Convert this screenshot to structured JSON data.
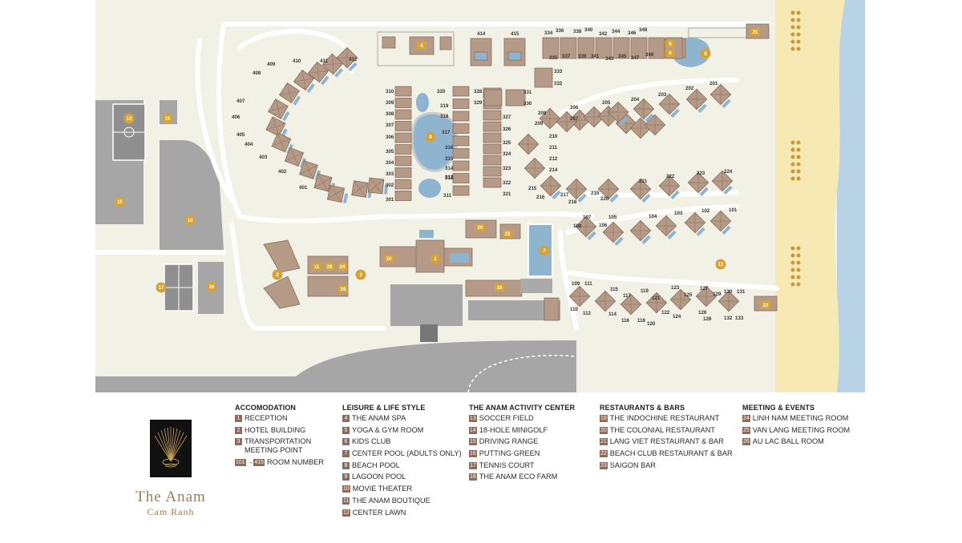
{
  "brand": {
    "name": "The Anam",
    "subtitle": "Cam Ranh"
  },
  "colors": {
    "ground": "#f2f1e6",
    "road": "#a6a6a6",
    "path": "#ffffff",
    "building": "#b59a88",
    "building_edge": "#8a6c5a",
    "pool": "#8fb4d0",
    "sand": "#f6e9b4",
    "sea": "#b8d3e6",
    "marker": "#d4a33a",
    "legend_badge": "#8e6b58"
  },
  "legend": [
    {
      "title": "ACCOMODATION",
      "items": [
        {
          "num": "1",
          "label": "RECEPTION"
        },
        {
          "num": "2",
          "label": "HOTEL BUILDING"
        },
        {
          "num": "3",
          "label": "TRANSPORTATION\nMEETING POINT"
        },
        {
          "num": "101",
          "num2": "415",
          "sep": "-",
          "label": "ROOM NUMBER"
        }
      ]
    },
    {
      "title": "LEISURE & LIFE STYLE",
      "items": [
        {
          "num": "4",
          "label": "THE ANAM SPA"
        },
        {
          "num": "5",
          "label": "YOGA & GYM ROOM"
        },
        {
          "num": "6",
          "label": "KIDS CLUB"
        },
        {
          "num": "7",
          "label": "CENTER POOL (ADULTS ONLY)"
        },
        {
          "num": "8",
          "label": "BEACH POOL"
        },
        {
          "num": "9",
          "label": "LAGOON POOL"
        },
        {
          "num": "10",
          "label": "MOVIE THEATER"
        },
        {
          "num": "11",
          "label": "THE ANAM BOUTIQUE"
        },
        {
          "num": "12",
          "label": "CENTER LAWN"
        }
      ]
    },
    {
      "title": "THE ANAM ACTIVITY CENTER",
      "items": [
        {
          "num": "13",
          "label": "SOCCER FIELD"
        },
        {
          "num": "14",
          "label": "18-HOLE MINIGOLF"
        },
        {
          "num": "15",
          "label": "DRIVING RANGE"
        },
        {
          "num": "16",
          "label": "PUTTING GREEN"
        },
        {
          "num": "17",
          "label": "TENNIS COURT"
        },
        {
          "num": "18",
          "label": "THE ANAM ECO FARM"
        }
      ]
    },
    {
      "title": "RESTAURANTS & BARS",
      "items": [
        {
          "num": "19",
          "label": "THE INDOCHINE RESTAURANT"
        },
        {
          "num": "20",
          "label": "THE COLONIAL RESTAURANT"
        },
        {
          "num": "21",
          "label": "LANG VIET RESTAURANT & BAR"
        },
        {
          "num": "22",
          "label": "BEACH CLUB RESTAURANT & BAR"
        },
        {
          "num": "23",
          "label": "SAIGON BAR"
        }
      ]
    },
    {
      "title": "MEETING & EVENTS",
      "items": [
        {
          "num": "24",
          "label": "LINH NAM MEETING ROOM"
        },
        {
          "num": "25",
          "label": "VAN LANG MEETING ROOM"
        },
        {
          "num": "26",
          "label": "AU LAC BALL ROOM"
        }
      ]
    }
  ],
  "map": {
    "markers": [
      "13",
      "15",
      "18",
      "14",
      "17",
      "16",
      "2",
      "11",
      "25",
      "24",
      "3",
      "26",
      "10",
      "1",
      "4",
      "9",
      "20",
      "23",
      "19",
      "7",
      "5",
      "6",
      "8",
      "21",
      "22",
      "12"
    ],
    "rooms": [
      "310",
      "309",
      "308",
      "307",
      "306",
      "305",
      "304",
      "303",
      "302",
      "301",
      "320",
      "319",
      "318",
      "317",
      "316",
      "315",
      "314",
      "313",
      "312",
      "311",
      "328",
      "329",
      "327",
      "326",
      "325",
      "324",
      "323",
      "322",
      "321",
      "331",
      "330",
      "333",
      "332",
      "414",
      "415",
      "334",
      "336",
      "338",
      "340",
      "342",
      "344",
      "346",
      "348",
      "335",
      "337",
      "339",
      "341",
      "343",
      "345",
      "347",
      "349",
      "412",
      "411",
      "410",
      "409",
      "408",
      "407",
      "406",
      "405",
      "404",
      "403",
      "402",
      "401",
      "206",
      "207",
      "208",
      "209",
      "210",
      "211",
      "212",
      "214",
      "205",
      "204",
      "203",
      "202",
      "201",
      "215",
      "216",
      "217",
      "218",
      "219",
      "220",
      "221",
      "222",
      "223",
      "224",
      "107",
      "108",
      "105",
      "106",
      "104",
      "103",
      "102",
      "101",
      "109",
      "110",
      "111",
      "112",
      "115",
      "114",
      "117",
      "116",
      "118",
      "119",
      "120",
      "121",
      "122",
      "123",
      "124",
      "125",
      "126",
      "127",
      "128",
      "129",
      "130",
      "131",
      "132",
      "133"
    ]
  }
}
